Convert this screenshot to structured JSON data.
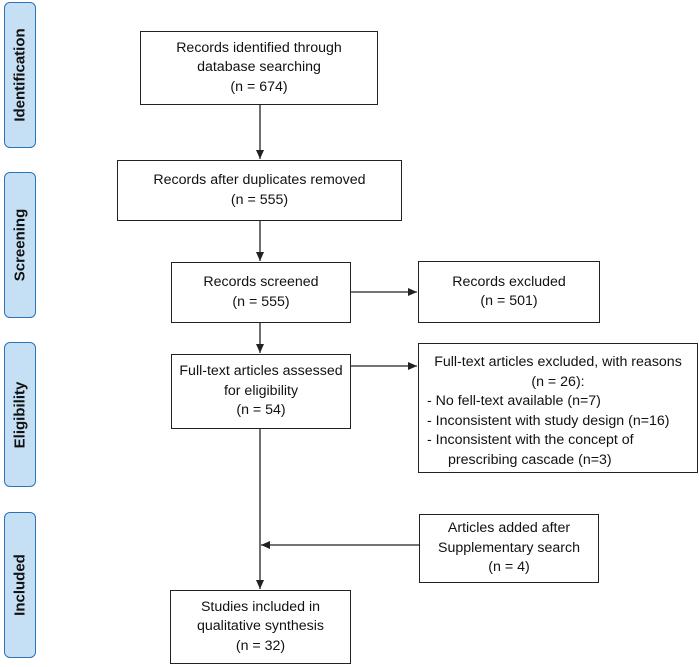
{
  "stages": [
    {
      "id": "identification",
      "label": "Identification"
    },
    {
      "id": "screening",
      "label": "Screening"
    },
    {
      "id": "eligibility",
      "label": "Eligibility"
    },
    {
      "id": "included",
      "label": "Included"
    }
  ],
  "boxes": {
    "identified": {
      "line1": "Records identified through",
      "line2": "database searching",
      "line3": "(n = 674)"
    },
    "deduplicated": {
      "line1": "Records after duplicates removed",
      "line2": "(n = 555)"
    },
    "screened": {
      "line1": "Records screened",
      "line2": "(n = 555)"
    },
    "excluded": {
      "line1": "Records excluded",
      "line2": "(n = 501)"
    },
    "fulltext": {
      "line1": "Full-text articles assessed",
      "line2": "for eligibility",
      "line3": "(n = 54)"
    },
    "fulltext_excluded": {
      "head1": "Full-text articles excluded, with reasons",
      "head2": "(n = 26):",
      "reasons": [
        "- No fell-text available (n=7)",
        "- Inconsistent with study design (n=16)",
        "- Inconsistent with the concept of"
      ],
      "reason_continuation": "prescribing cascade (n=3)"
    },
    "supplementary": {
      "line1": "Articles added after",
      "line2": "Supplementary search",
      "line3": "(n = 4)"
    },
    "included": {
      "line1": "Studies included in",
      "line2": "qualitative synthesis",
      "line3": "(n = 32)"
    }
  },
  "colors": {
    "stage_fill": "#c5e0f4",
    "stage_border": "#2d72b8",
    "line": "#222222"
  }
}
